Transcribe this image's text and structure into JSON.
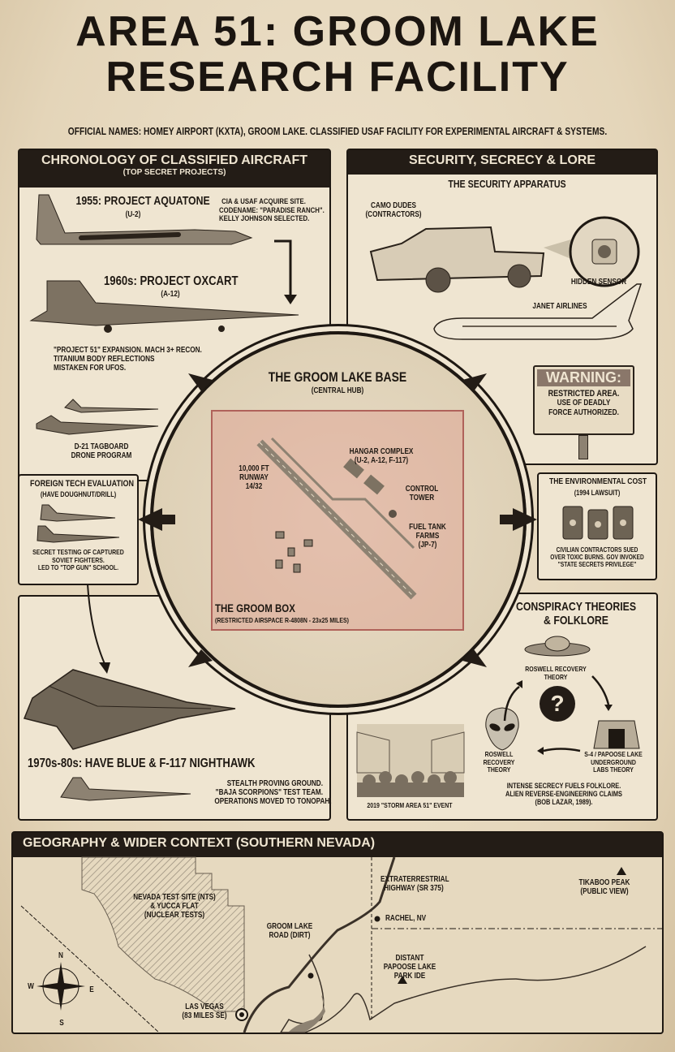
{
  "header": {
    "title_line1": "AREA 51: GROOM LAKE",
    "title_line2": "RESEARCH FACILITY",
    "subtitle": "OFFICIAL NAMES: HOMEY AIRPORT (KXTA), GROOM LAKE. CLASSIFIED USAF FACILITY FOR EXPERIMENTAL AIRCRAFT & SYSTEMS."
  },
  "chronology": {
    "title": "CHRONOLOGY OF CLASSIFIED AIRCRAFT",
    "subtitle": "(TOP SECRET PROJECTS)",
    "aquatone": {
      "title": "1955: PROJECT AQUATONE",
      "model": "(U-2)",
      "note": [
        "CIA & USAF ACQUIRE SITE.",
        "CODENAME: \"PARADISE RANCH\".",
        "KELLY JOHNSON SELECTED."
      ]
    },
    "oxcart": {
      "title": "1960s: PROJECT OXCART",
      "model": "(A-12)",
      "note": [
        "\"PROJECT 51\" EXPANSION. MACH 3+ RECON.",
        "TITANIUM BODY REFLECTIONS",
        "MISTAKEN FOR UFOS."
      ]
    },
    "tagboard": [
      "D-21 TAGBOARD",
      "DRONE PROGRAM"
    ]
  },
  "foreign": {
    "title": "FOREIGN TECH EVALUATION",
    "subtitle": "(HAVE DOUGHNUT/DRILL)",
    "note": [
      "SECRET TESTING OF CAPTURED",
      "SOVIET FIGHTERS.",
      "LED TO \"TOP GUN\" SCHOOL."
    ]
  },
  "stealth": {
    "title": "1970s-80s: HAVE BLUE & F-117 NIGHTHAWK",
    "note": [
      "STEALTH PROVING GROUND.",
      "\"BAJA SCORPIONS\" TEST TEAM.",
      "OPERATIONS MOVED TO TONOPAH."
    ]
  },
  "security": {
    "title": "SECURITY, SECRECY & LORE",
    "apparatus": "THE SECURITY APPARATUS",
    "camo": [
      "CAMO DUDES",
      "(CONTRACTORS)"
    ],
    "sensor": "HIDDEN SENSOR",
    "janet": "JANET AIRLINES",
    "warning": {
      "head": "WARNING:",
      "line1": "RESTRICTED AREA.",
      "line2": "USE OF DEADLY",
      "line3": "FORCE AUTHORIZED."
    }
  },
  "base": {
    "title": "THE GROOM LAKE BASE",
    "subtitle": "(CENTRAL HUB)",
    "hangar": [
      "HANGAR COMPLEX",
      "(U-2, A-12, F-117)"
    ],
    "runway": [
      "10,000 FT",
      "RUNWAY",
      "14/32"
    ],
    "tower": [
      "CONTROL",
      "TOWER"
    ],
    "fuel": [
      "FUEL TANK",
      "FARMS",
      "(JP-7)"
    ],
    "box_title": "THE GROOM BOX",
    "box_sub": "(RESTRICTED AIRSPACE R-4808N - 23x25 MILES)"
  },
  "environment": {
    "title": "THE ENVIRONMENTAL COST",
    "subtitle": "(1994 LAWSUIT)",
    "note": [
      "CIVILIAN CONTRACTORS SUED",
      "OVER TOXIC BURNS. GOV INVOKED",
      "\"STATE SECRETS PRIVILEGE\""
    ]
  },
  "conspiracy": {
    "title": [
      "CONSPIRACY THEORIES",
      "& FOLKLORE"
    ],
    "top": [
      "ROSWELL RECOVERY",
      "THEORY"
    ],
    "left": [
      "ROSWELL",
      "RECOVERY",
      "THEORY"
    ],
    "right": [
      "S-4 / PAPOOSE LAKE",
      "UNDERGROUND",
      "LABS THEORY"
    ],
    "question": "?",
    "storm": "2019 \"STORM AREA 51\" EVENT",
    "note": [
      "INTENSE SECRECY FUELS FOLKLORE.",
      "ALIEN REVERSE-ENGINEERING CLAIMS",
      "(BOB LAZAR, 1989)."
    ]
  },
  "geography": {
    "title": "GEOGRAPHY & WIDER CONTEXT (SOUTHERN NEVADA)",
    "nts": [
      "NEVADA TEST SITE (NTS)",
      "& YUCCA FLAT",
      "(NUCLEAR TESTS)"
    ],
    "road": [
      "GROOM LAKE",
      "ROAD (DIRT)"
    ],
    "highway": [
      "EXTRATERRESTRIAL",
      "HIGHWAY (SR 375)"
    ],
    "rachel": "RACHEL, NV",
    "papoose": [
      "DISTANT",
      "PAPOOSE LAKE",
      "PARK IDE"
    ],
    "tikaboo": [
      "TIKABOO PEAK",
      "(PUBLIC VIEW)"
    ],
    "vegas": [
      "LAS VEGAS",
      "(83 MILES SE)"
    ],
    "compass": {
      "n": "N",
      "s": "S",
      "e": "E",
      "w": "W"
    }
  },
  "colors": {
    "ink": "#1e1812",
    "paper": "#efe5d1",
    "groom_box": "#dc8c82",
    "warning_head": "#8a776a"
  }
}
